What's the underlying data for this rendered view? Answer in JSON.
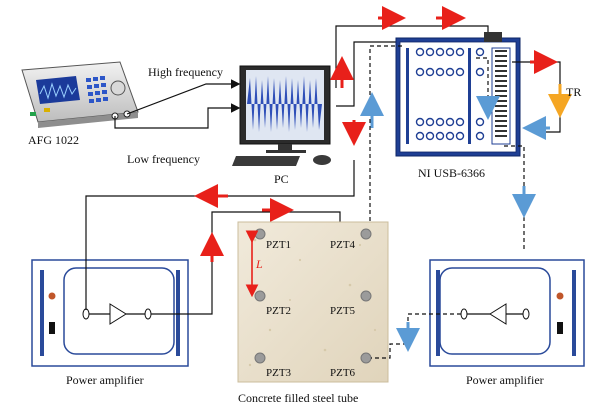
{
  "labels": {
    "afg": "AFG 1022",
    "high_frequency": "High frequency",
    "low_frequency": "Low frequency",
    "pc": "PC",
    "daq": "NI USB-6366",
    "tr": "TR",
    "power_amp_left": "Power amplifier",
    "power_amp_right": "Power amplifier",
    "tube": "Concrete filled steel tube",
    "length": "L"
  },
  "sensors": [
    "PZT1",
    "PZT2",
    "PZT3",
    "PZT4",
    "PZT5",
    "PZT6"
  ],
  "colors": {
    "arrow_red": "#e8201a",
    "arrow_blue": "#5b9bd5",
    "arrow_orange": "#f5a623",
    "daq_body": "#1f3f94",
    "amp_frame": "#2a4a9a",
    "screen_wave": "#2f4fb8",
    "pzt_fill": "#9b9b9b",
    "tube_fill": "#ece3cf"
  }
}
